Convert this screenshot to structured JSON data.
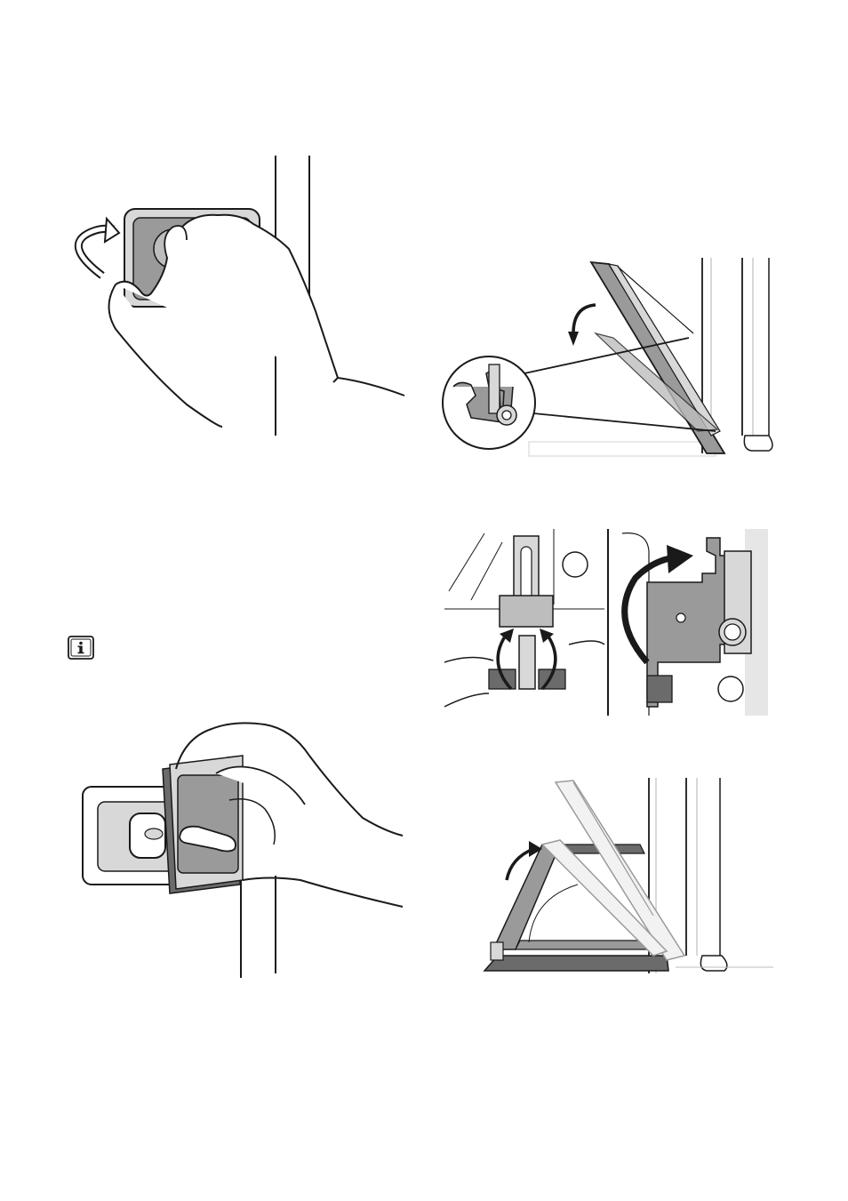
{
  "page": {
    "background": "#ffffff",
    "ink_color": "#1a1a1a",
    "fill_gray": "#9a9a9a",
    "light_gray": "#d8d8d8",
    "mid_gray": "#bdbdbd",
    "dark_fill": "#6b6b6b"
  },
  "icons": {
    "info": "information-icon",
    "rotate_arrow": "curved-arrow-icon"
  },
  "figures": [
    {
      "id": "fig-remove-lamp-cover",
      "icon": "hand-turning-cover"
    },
    {
      "id": "fig-door-hinge-lever-detail",
      "icon": "door-hinge-magnified"
    },
    {
      "id": "fig-hinge-clips-closeup",
      "icon": "hinge-clips-rotate"
    },
    {
      "id": "fig-refit-lamp-cover",
      "icon": "hand-fitting-cover"
    },
    {
      "id": "fig-door-lift-off",
      "icon": "door-removal"
    }
  ]
}
